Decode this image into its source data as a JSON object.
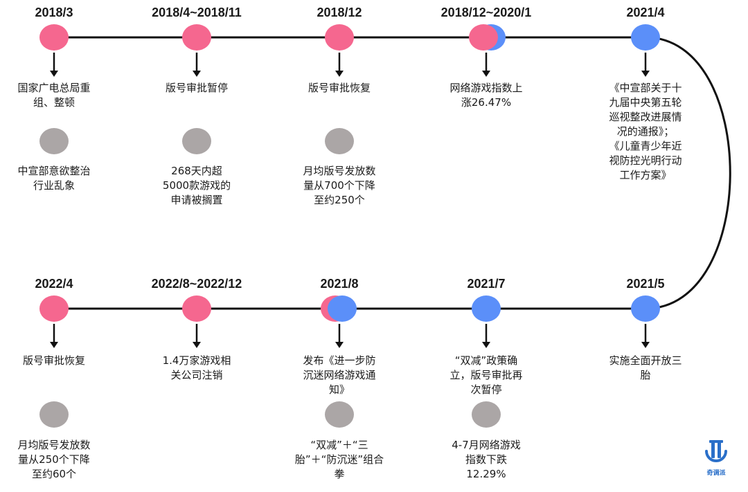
{
  "colors": {
    "pink": "#f5678f",
    "blue": "#5b8ff9",
    "gray": "#aba6a6",
    "line": "#111111",
    "logo": "#2a6fc9"
  },
  "events": [
    {
      "date": "2018/3",
      "dot": "pink",
      "text": "国家广电总局重\n组、整顿",
      "sub_text": "中宣部意欲整治\n行业乱象"
    },
    {
      "date": "2018/4~2018/11",
      "dot": "pink",
      "text": "版号审批暂停",
      "sub_text": "268天内超\n5000款游戏的\n申请被搁置"
    },
    {
      "date": "2018/12",
      "dot": "pink",
      "text": "版号审批恢复",
      "sub_text": "月均版号发放数\n量从700个下降\n至约250个"
    },
    {
      "date": "2018/12~2020/1",
      "dot": "pink-blue",
      "text": "网络游戏指数上\n涨26.47%",
      "sub_text": ""
    },
    {
      "date": "2021/4",
      "dot": "blue",
      "text": "《中宣部关于十\n九届中央第五轮\n巡视整改进展情\n况的通报》；\n《儿童青少年近\n视防控光明行动\n工作方案》",
      "sub_text": ""
    },
    {
      "date": "2022/4",
      "dot": "pink",
      "text": "版号审批恢复",
      "sub_text": "月均版号发放数\n量从250个下降\n至约60个"
    },
    {
      "date": "2022/8~2022/12",
      "dot": "pink",
      "text": "1.4万家游戏相\n关公司注销",
      "sub_text": ""
    },
    {
      "date": "2021/8",
      "dot": "pink-blue",
      "text": "发布《进一步防\n沉迷网络游戏通\n知》",
      "sub_text": "“双减”＋“三\n胎”＋“防沉迷”组合\n拳"
    },
    {
      "date": "2021/7",
      "dot": "blue",
      "text": "“双减”政策确\n立，版号审批再\n次暂停",
      "sub_text": "4-7月网络游戏\n指数下跌\n12.29%"
    },
    {
      "date": "2021/5",
      "dot": "blue",
      "text": "实施全面开放三\n胎",
      "sub_text": ""
    }
  ],
  "logo": {
    "label": "奇调派",
    "icon": "pillar-logo-icon"
  }
}
